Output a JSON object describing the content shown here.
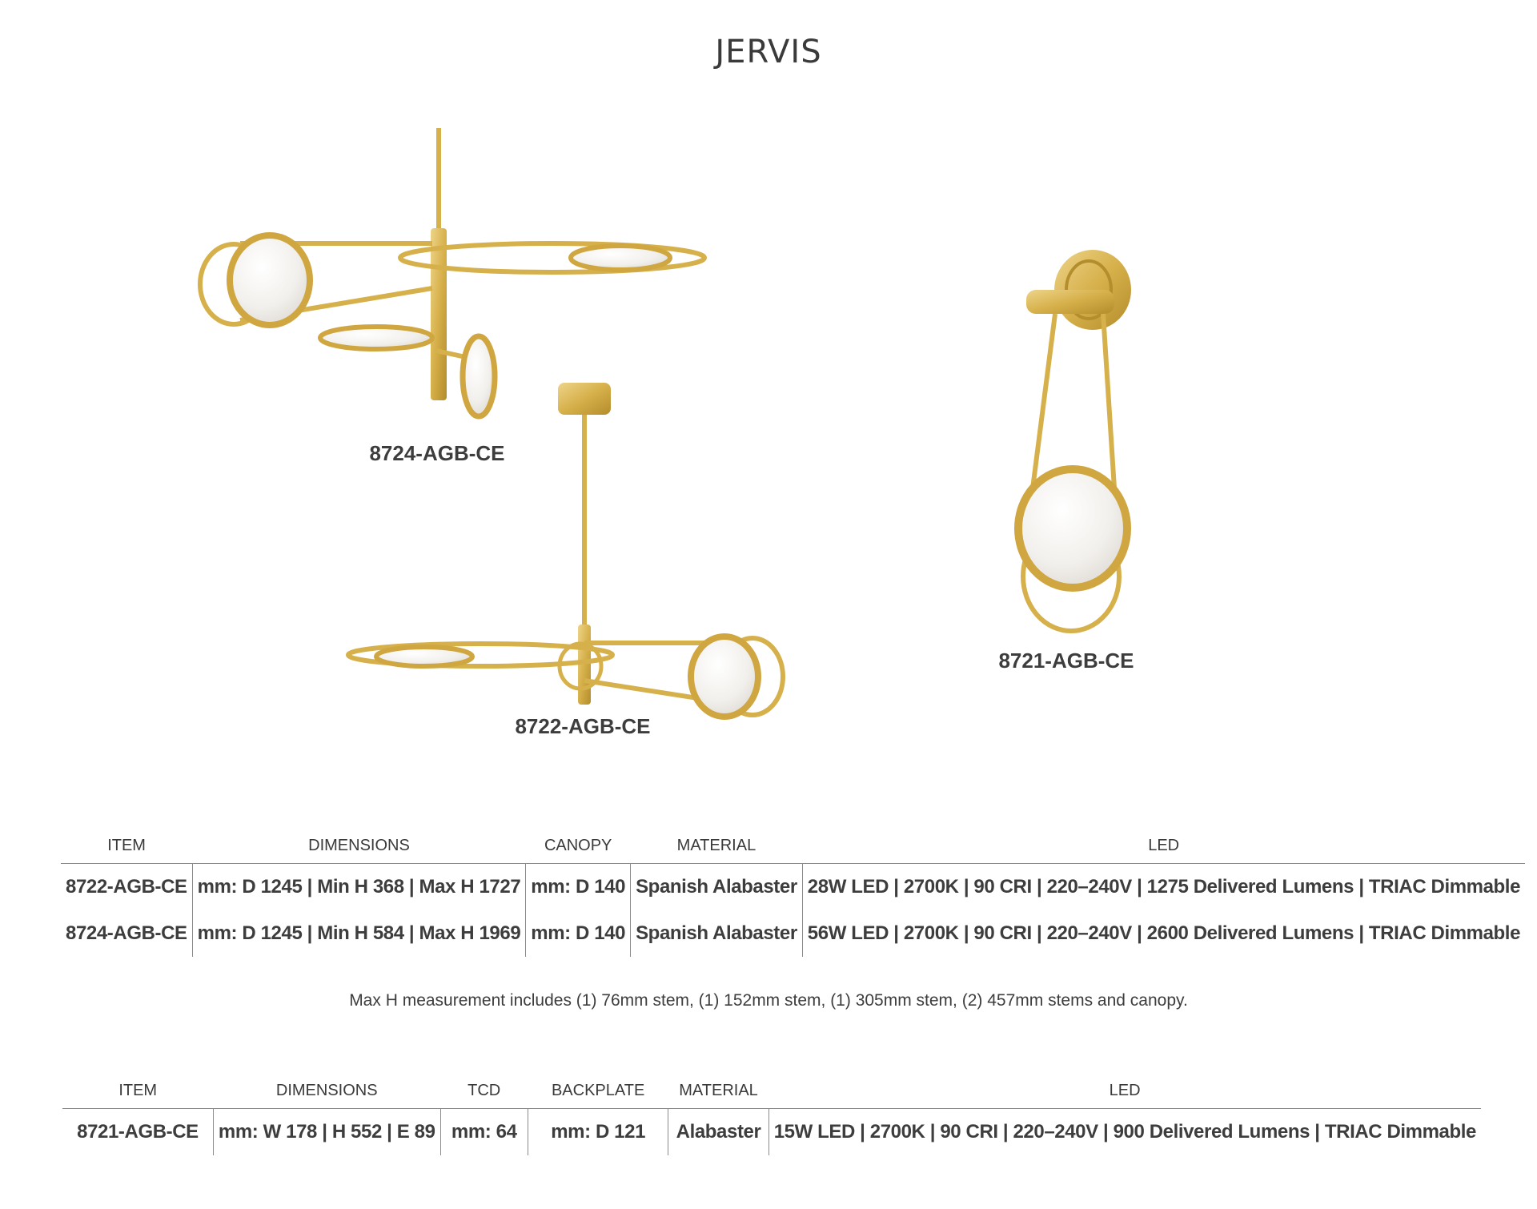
{
  "page": {
    "title": "JERVIS"
  },
  "products": [
    {
      "code": "8724-AGB-CE"
    },
    {
      "code": "8722-AGB-CE"
    },
    {
      "code": "8721-AGB-CE"
    }
  ],
  "colors": {
    "brass": "#d8b44e",
    "brass_dark": "#b48d2c",
    "alabaster": "#f3f1ee",
    "text": "#3d3d3d",
    "rule": "#8a8a8a"
  },
  "pendant_table": {
    "headers": [
      "ITEM",
      "DIMENSIONS",
      "CANOPY",
      "MATERIAL",
      "LED"
    ],
    "rows": [
      [
        "8722-AGB-CE",
        "mm: D 1245 | Min H 368 | Max H 1727",
        "mm: D 140",
        "Spanish Alabaster",
        "28W LED | 2700K | 90 CRI | 220–240V | 1275 Delivered Lumens | TRIAC Dimmable"
      ],
      [
        "8724-AGB-CE",
        "mm: D 1245 | Min H 584 | Max H 1969",
        "mm: D 140",
        "Spanish Alabaster",
        "56W LED | 2700K | 90 CRI | 220–240V | 2600 Delivered Lumens | TRIAC Dimmable"
      ]
    ]
  },
  "note": "Max H measurement includes (1) 76mm stem, (1) 152mm stem, (1) 305mm stem, (2) 457mm stems and canopy.",
  "sconce_table": {
    "headers": [
      "ITEM",
      "DIMENSIONS",
      "TCD",
      "BACKPLATE",
      "MATERIAL",
      "LED"
    ],
    "rows": [
      [
        "8721-AGB-CE",
        "mm: W 178 | H 552 | E 89",
        "mm: 64",
        "mm: D 121",
        "Alabaster",
        "15W LED | 2700K | 90 CRI | 220–240V | 900 Delivered Lumens | TRIAC Dimmable"
      ]
    ]
  }
}
